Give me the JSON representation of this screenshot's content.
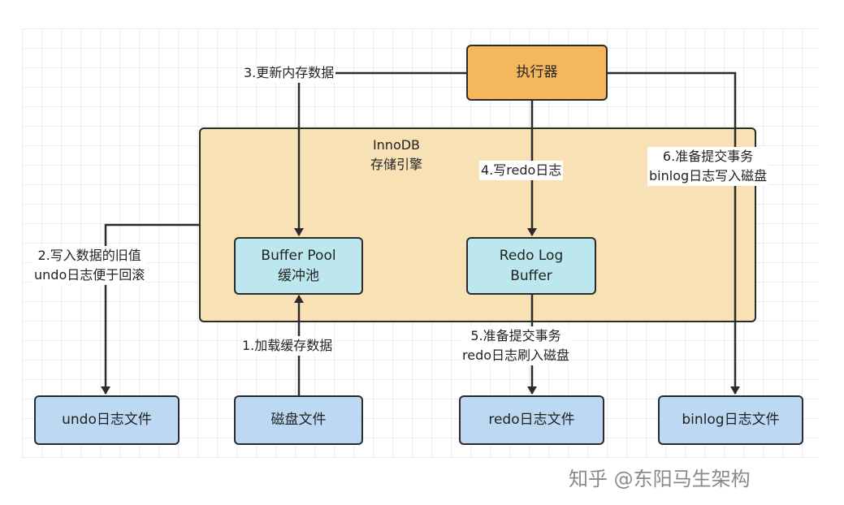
{
  "nodes": {
    "executor": "执行器",
    "innodb": "InnoDB\n存储引擎",
    "buffer_pool": "Buffer Pool\n缓冲池",
    "redo_log_buffer": "Redo Log\nBuffer",
    "undo_file": "undo日志文件",
    "disk_file": "磁盘文件",
    "redo_file": "redo日志文件",
    "binlog_file": "binlog日志文件"
  },
  "edges": {
    "step1": "1.加载缓存数据",
    "step2": "2.写入数据的旧值\nundo日志便于回滚",
    "step3": "3.更新内存数据",
    "step4": "4.写redo日志",
    "step5": "5.准备提交事务\nredo日志刷入磁盘",
    "step6": "6.准备提交事务\nbinlog日志写入磁盘"
  },
  "watermark": "知乎 @东阳马生架构",
  "colors": {
    "executor": "#f5b75c",
    "innodb": "#f9e1b6",
    "buffer": "#bce7ee",
    "file": "#bcd8f3",
    "line": "#2b2b2b"
  }
}
